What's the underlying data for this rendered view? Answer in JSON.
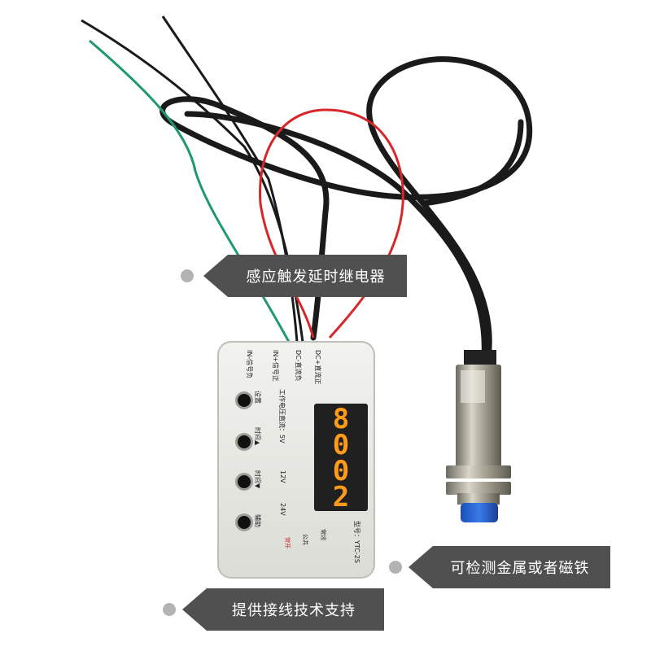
{
  "callouts": {
    "top": "感应触发延时继电器",
    "middle": "可检测金属或者磁铁",
    "bottom": "提供接线技术支持"
  },
  "device": {
    "labels": {
      "in_minus": "IN-信号负",
      "in_plus": "IN+信号正",
      "dc_minus": "DC-直流负",
      "dc_plus": "DC+直流正",
      "work_voltage": "工作电压直流：5V",
      "v12": "12V",
      "v24": "24V",
      "btn_set": "设置",
      "btn_time_up": "时间▲",
      "btn_time_down": "时间▼",
      "btn_aux": "辅助",
      "model": "型号：YTC-2S",
      "contact_no": "常开",
      "contact_com": "公共",
      "contact_nc": "常闭"
    },
    "display": {
      "digits": [
        "8",
        "0",
        "0",
        "2"
      ],
      "color": "#ff9a1a"
    }
  },
  "colors": {
    "wire_red": "#d8262a",
    "wire_green": "#1f9a6a",
    "wire_black": "#1a1a1a",
    "callout_bg": "#505050"
  }
}
